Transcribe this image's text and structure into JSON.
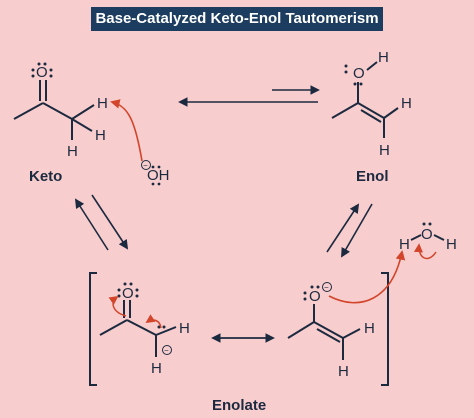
{
  "title": "Base-Catalyzed Keto-Enol Tautomerism",
  "labels": {
    "keto": "Keto",
    "enol": "Enol",
    "enolate": "Enolate"
  },
  "atoms": {
    "oxygen": "O",
    "hydrogen": "H",
    "hydroxide": "OH",
    "minus": "−"
  },
  "colors": {
    "background": "#f8cdcd",
    "title_bg": "#1c3d60",
    "ink": "#1c2a40",
    "arrow_red": "#d2452b"
  }
}
